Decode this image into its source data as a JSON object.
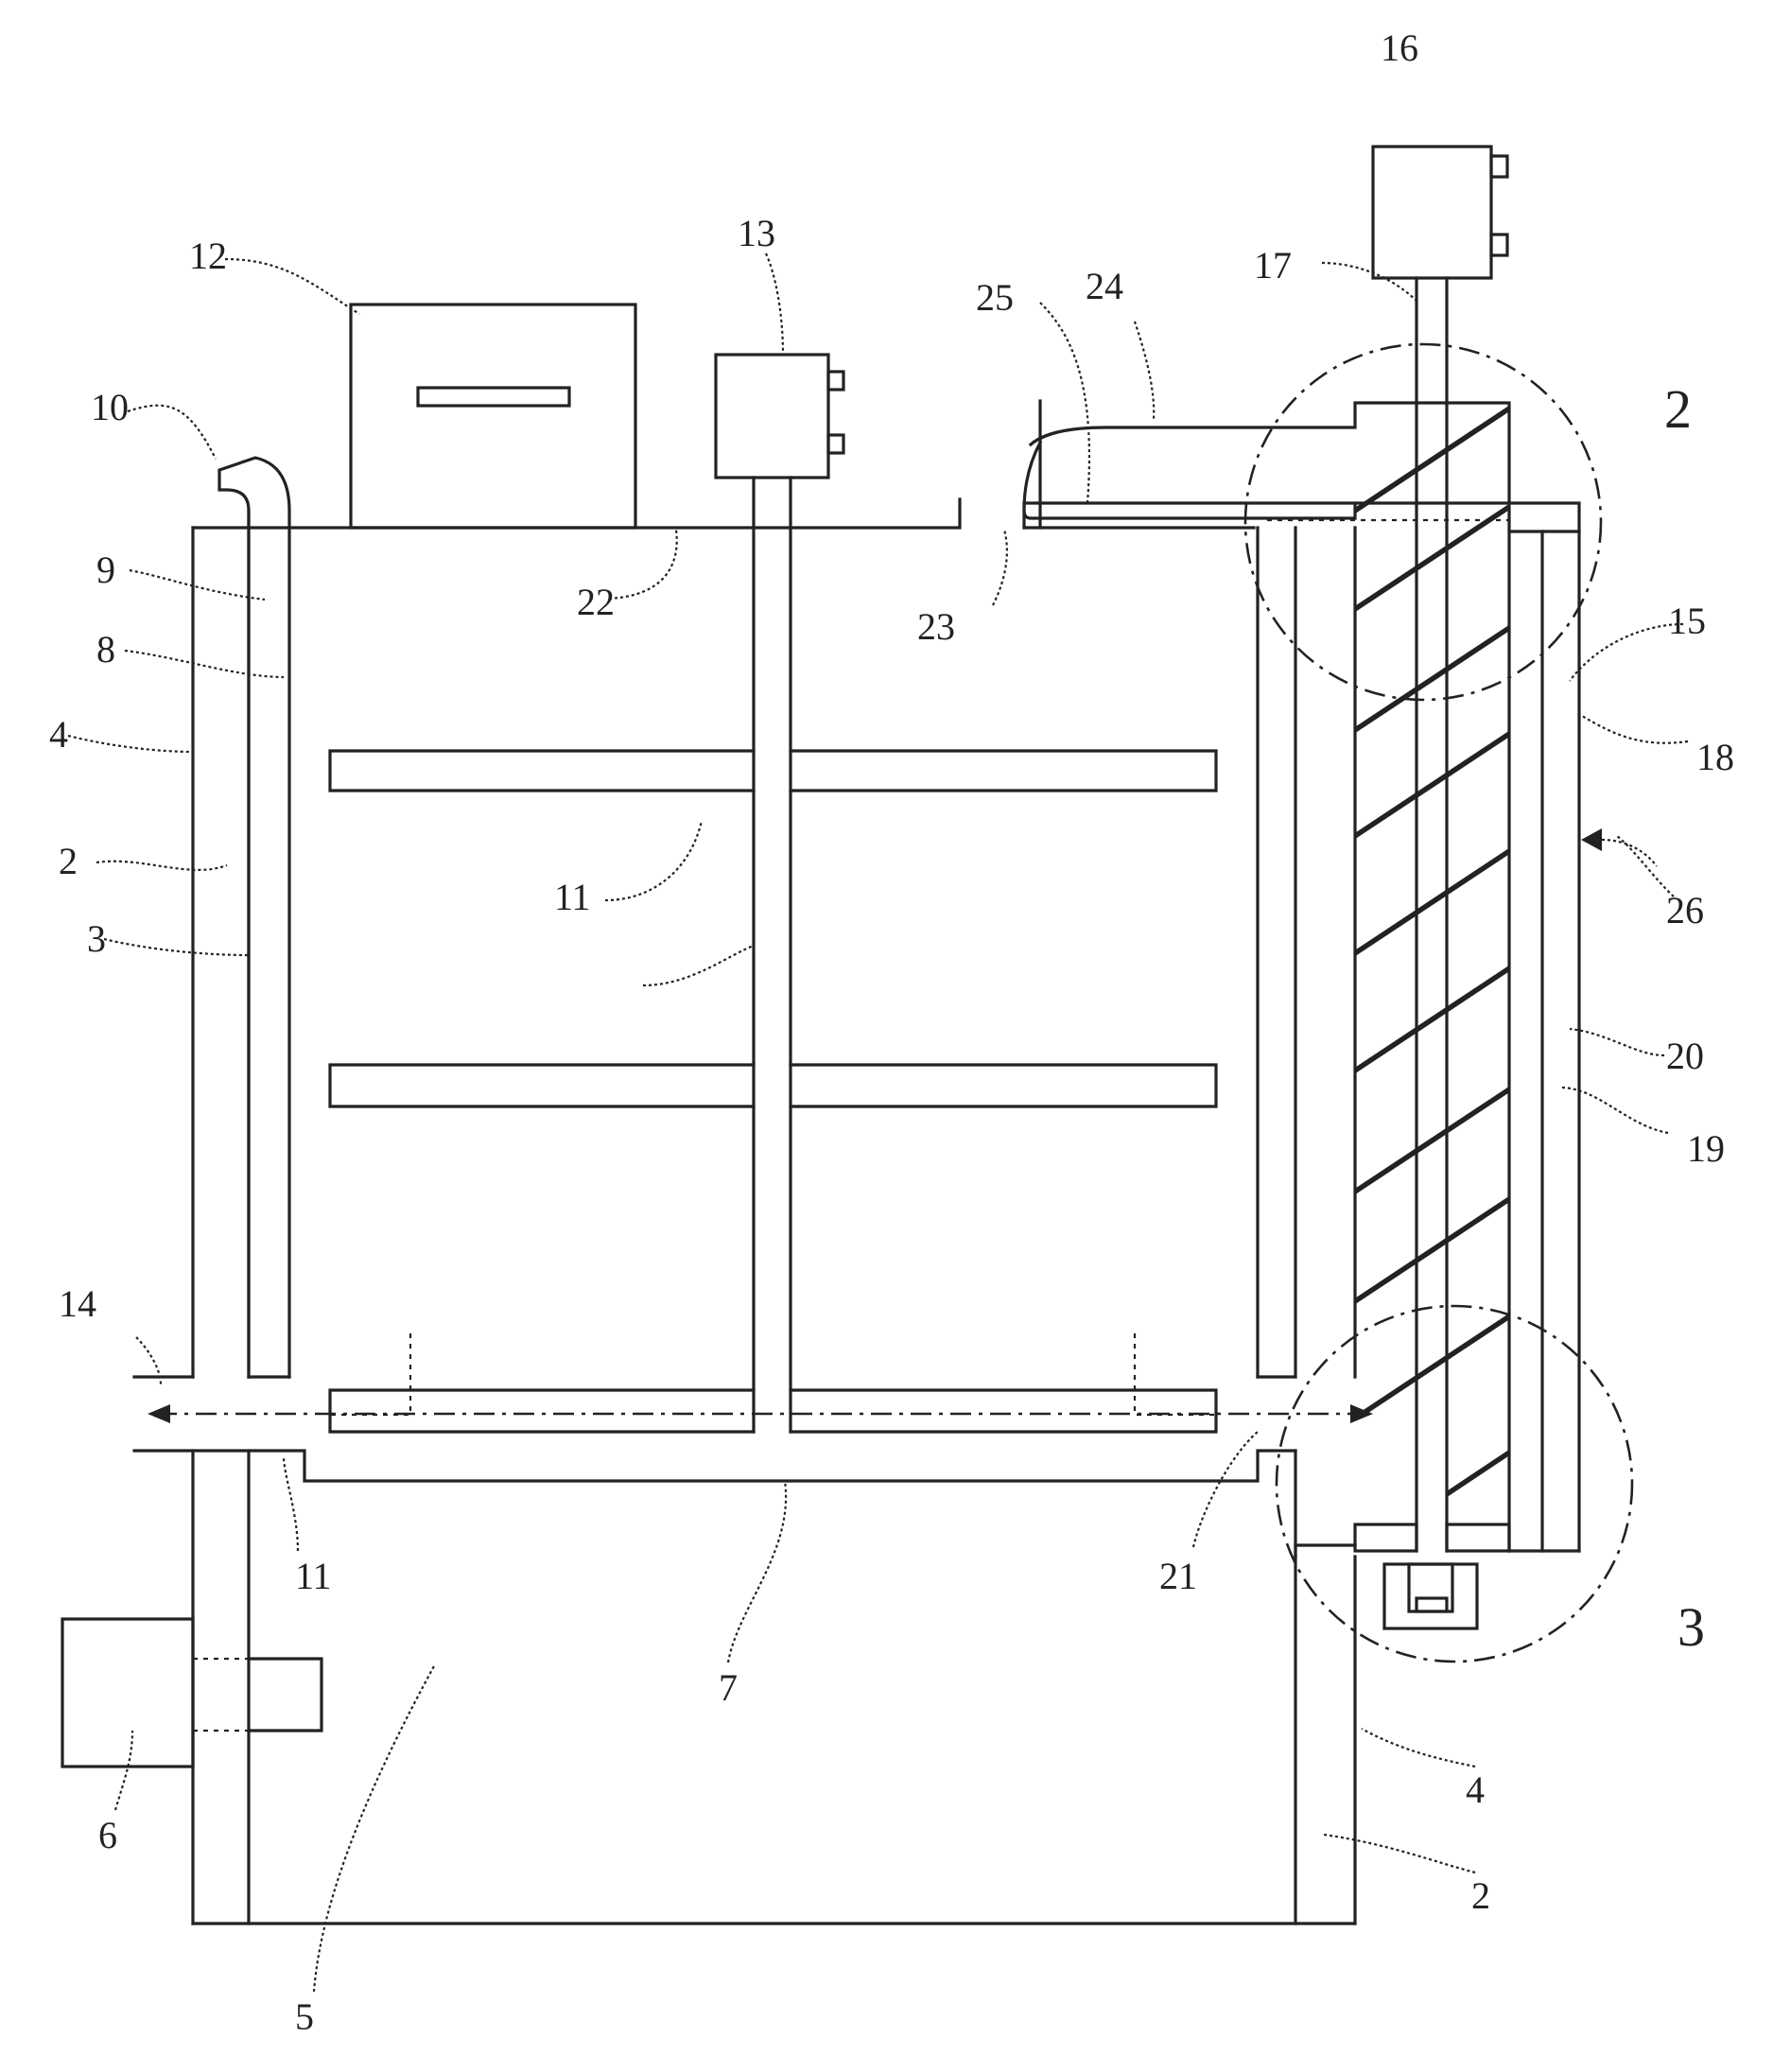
{
  "labels": {
    "l2_left": "2",
    "l2_right": "2",
    "l3": "3",
    "l4_left": "4",
    "l4_right": "4",
    "l5": "5",
    "l6": "6",
    "l7": "7",
    "l8": "8",
    "l9": "9",
    "l10": "10",
    "l11_a": "11",
    "l11_b": "11",
    "l12": "12",
    "l13": "13",
    "l14": "14",
    "l15": "15",
    "l16": "16",
    "l17": "17",
    "l18": "18",
    "l19": "19",
    "l20": "20",
    "l21": "21",
    "l22": "22",
    "l23": "23",
    "l24": "24",
    "l25": "25",
    "l26": "26"
  },
  "detail_markers": {
    "detail_top": "2",
    "detail_bottom": "3"
  }
}
